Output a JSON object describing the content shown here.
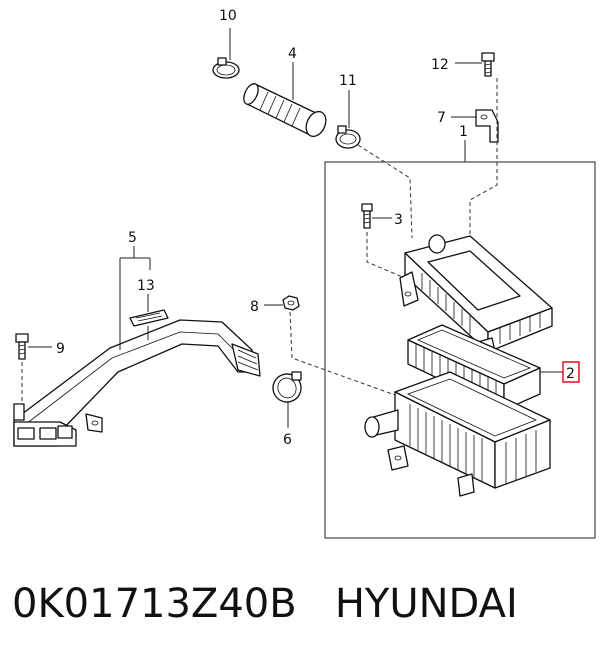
{
  "diagram": {
    "callouts": {
      "c1": "1",
      "c2": "2",
      "c3": "3",
      "c4": "4",
      "c5": "5",
      "c6": "6",
      "c7": "7",
      "c8": "8",
      "c9": "9",
      "c10": "10",
      "c11": "11",
      "c12": "12",
      "c13": "13"
    },
    "highlight_color": "#e0101e"
  },
  "caption": {
    "part_number": "0K01713Z40B",
    "brand": "HYUNDAI"
  }
}
